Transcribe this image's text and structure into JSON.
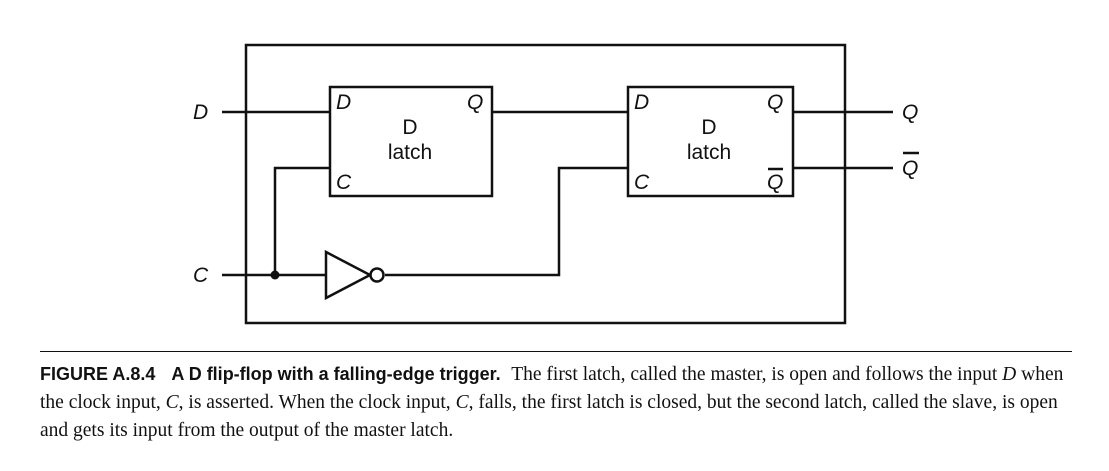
{
  "diagram": {
    "inputs": {
      "d": "D",
      "c": "C"
    },
    "outputs": {
      "q": "Q",
      "q_bar": "Q"
    },
    "master_latch": {
      "name_line1": "D",
      "name_line2": "latch",
      "pin_d": "D",
      "pin_c": "C",
      "pin_q": "Q"
    },
    "slave_latch": {
      "name_line1": "D",
      "name_line2": "latch",
      "pin_d": "D",
      "pin_c": "C",
      "pin_q": "Q",
      "pin_q_bar": "Q"
    }
  },
  "caption": {
    "figure_number": "FIGURE A.8.4",
    "title": "A D flip-flop with a falling-edge trigger.",
    "body_part1": " The first latch, called the master, is open and follows the input ",
    "body_d": "D",
    "body_part2": " when the clock input, ",
    "body_c1": "C",
    "body_part3": ", is asserted. When the clock input, ",
    "body_c2": "C",
    "body_part4": ", falls, the first latch is closed, but the second latch, called the slave, is open and gets its input from the output of the master latch."
  }
}
